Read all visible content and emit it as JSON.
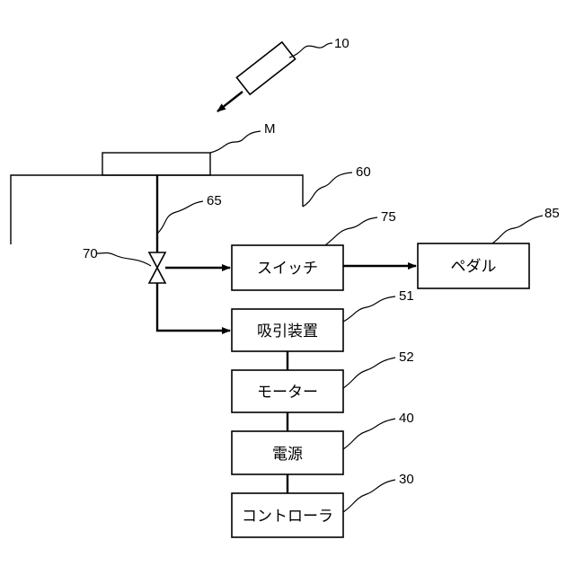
{
  "blocks": {
    "switch": "スイッチ",
    "pedal": "ペダル",
    "suction_device": "吸引装置",
    "motor": "モーター",
    "power_supply": "電源",
    "controller": "コントローラ"
  },
  "references": {
    "tool": "10",
    "object": "M",
    "table": "60",
    "tube": "65",
    "valve": "70",
    "switch": "75",
    "pedal": "85",
    "suction_device": "51",
    "motor": "52",
    "power_supply": "40",
    "controller": "30"
  },
  "colors": {
    "stroke": "#000000",
    "background": "#ffffff"
  }
}
